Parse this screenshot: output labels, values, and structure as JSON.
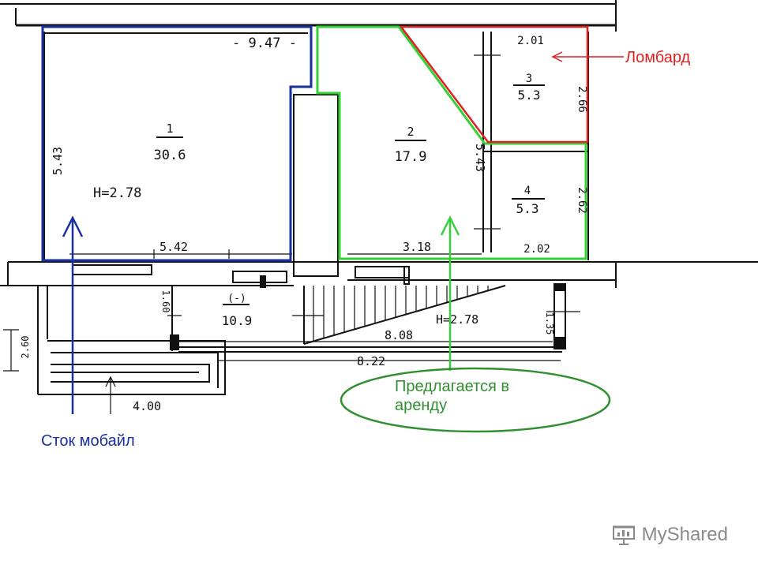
{
  "rooms": {
    "room1": {
      "number": "1",
      "area": "30.6",
      "height": "H=2.78"
    },
    "room2": {
      "number": "2",
      "area": "17.9"
    },
    "room3": {
      "number": "3",
      "area": "5.3"
    },
    "room4": {
      "number": "4",
      "area": "5.3"
    },
    "corridor": {
      "number": "(-)",
      "area": "10.9",
      "height": "H=2.78"
    }
  },
  "dimensions": {
    "top_width": "- 9.47 -",
    "room1_left": "5.43",
    "room1_bottom": "5.42",
    "room2_bottom": "3.18",
    "room2_right": "5.43",
    "room3_top": "2.01",
    "room3_right": "2.66",
    "room4_right": "2.62",
    "room4_bottom": "2.02",
    "corridor_left": "1.60",
    "corridor_width": "8.08",
    "total_width": "8.22",
    "corridor_right": "1.35",
    "stairs_left": "2.60",
    "stairs_bottom": "4.00"
  },
  "labels": {
    "lombard": "Ломбард",
    "stock_mobile": "Сток мобайл",
    "offered_line1": "Предлагается в",
    "offered_line2": "аренду"
  },
  "colors": {
    "lombard": "#e02020",
    "stock_mobile": "#1a2f9e",
    "offered": "#2f8f2f",
    "offered_outline": "#35d035"
  },
  "logo": {
    "text": "MyShared",
    "icon": "presentation-board-icon"
  }
}
